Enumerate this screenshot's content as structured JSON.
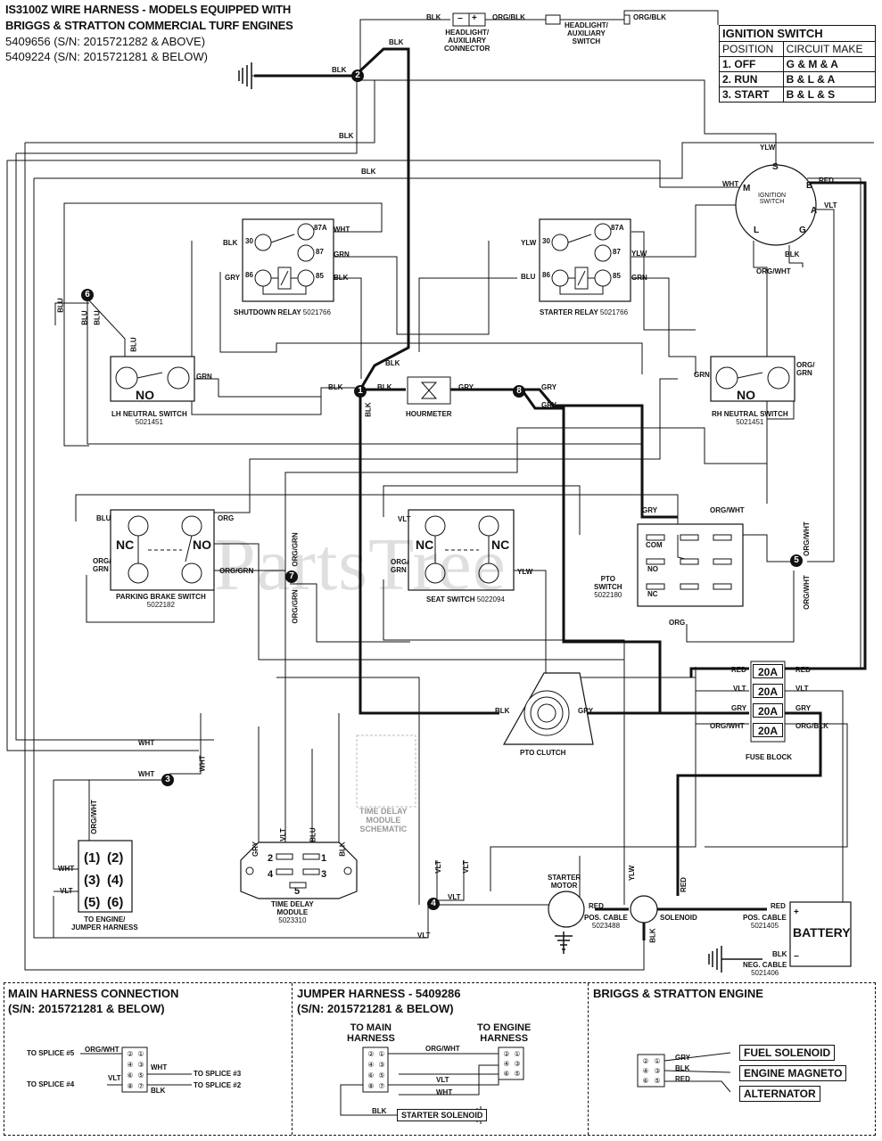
{
  "title": {
    "line1": "IS3100Z WIRE HARNESS - MODELS EQUIPPED WITH",
    "line2": "BRIGGS & STRATTON COMMERCIAL TURF ENGINES",
    "line3": "5409656 (S/N: 2015721282 & ABOVE)",
    "line4": "5409224 (S/N: 2015721281 & BELOW)"
  },
  "ignition_table": {
    "title": "IGNITION SWITCH",
    "col1": "POSITION",
    "col2": "CIRCUIT MAKE",
    "rows": [
      {
        "num": "1.",
        "pos": "OFF",
        "make": "G & M & A"
      },
      {
        "num": "2.",
        "pos": "RUN",
        "make": "B & L & A"
      },
      {
        "num": "3.",
        "pos": "START",
        "make": "B & L & S"
      }
    ]
  },
  "components": {
    "headlight_connector": "HEADLIGHT/\nAUXILIARY\nCONNECTOR",
    "headlight_switch": "HEADLIGHT/\nAUXILIARY\nSWITCH",
    "ignition_switch": "IGNITION\nSWITCH",
    "shutdown_relay": {
      "name": "SHUTDOWN RELAY",
      "part": "5021766"
    },
    "starter_relay": {
      "name": "STARTER RELAY",
      "part": "5021766"
    },
    "lh_neutral": {
      "name": "LH NEUTRAL SWITCH",
      "part": "5021451",
      "state": "NO"
    },
    "rh_neutral": {
      "name": "RH NEUTRAL SWITCH",
      "part": "5021451",
      "state": "NO"
    },
    "hourmeter": "HOURMETER",
    "parking_brake": {
      "name": "PARKING BRAKE SWITCH",
      "part": "5022182",
      "nc": "NC",
      "no": "NO"
    },
    "seat_switch": {
      "name": "SEAT SWITCH",
      "part": "5022094",
      "nc": "NC"
    },
    "pto_switch": {
      "name": "PTO\nSWITCH",
      "part": "5022180",
      "com": "COM",
      "no": "NO",
      "nc": "NC"
    },
    "pto_clutch": "PTO CLUTCH",
    "fuse_block": {
      "name": "FUSE BLOCK",
      "fuses": [
        "20A",
        "20A",
        "20A",
        "20A"
      ]
    },
    "time_delay": {
      "name": "TIME DELAY\nMODULE",
      "part": "5023310"
    },
    "time_delay_schematic": "TIME DELAY\nMODULE\nSCHEMATIC",
    "engine_connector": "TO ENGINE/\nJUMPER HARNESS",
    "starter_motor": "STARTER\nMOTOR",
    "solenoid": "SOLENOID",
    "battery": "BATTERY",
    "pos_cable_1": {
      "name": "POS. CABLE",
      "part": "5023488"
    },
    "pos_cable_2": {
      "name": "POS. CABLE",
      "part": "5021405"
    },
    "neg_cable": {
      "name": "NEG. CABLE",
      "part": "5021406"
    }
  },
  "relay_terminals": [
    "30",
    "87A",
    "87",
    "86",
    "85"
  ],
  "connector_pins": [
    "1",
    "2",
    "3",
    "4",
    "5",
    "6"
  ],
  "td_pins": [
    "1",
    "2",
    "3",
    "4",
    "5"
  ],
  "splices": [
    "1",
    "2",
    "3",
    "4",
    "5",
    "6",
    "7",
    "8"
  ],
  "wire_colors": {
    "blk": "BLK",
    "blu": "BLU",
    "grn": "GRN",
    "gry": "GRY",
    "red": "RED",
    "vlt": "VLT",
    "wht": "WHT",
    "ylw": "YLW",
    "org": "ORG",
    "org_blk": "ORG/BLK",
    "org_wht": "ORG/WHT",
    "org_grn": "ORG/GRN",
    "org_grn_split": "ORG/\nGRN"
  },
  "ignition_terminals": [
    "S",
    "M",
    "B",
    "A",
    "L",
    "G"
  ],
  "watermark": "PartsTree",
  "bottom": {
    "main_harness": {
      "title1": "MAIN HARNESS CONNECTION",
      "title2": "(S/N: 2015721281 & BELOW)",
      "splice5": "TO SPLICE #5",
      "splice4": "TO SPLICE #4",
      "splice3": "TO SPLICE #3",
      "splice2": "TO SPLICE #2"
    },
    "jumper": {
      "title1": "JUMPER HARNESS - 5409286",
      "title2": "(S/N: 2015721281 & BELOW)",
      "to_main": "TO MAIN\nHARNESS",
      "to_engine": "TO ENGINE\nHARNESS",
      "starter_solenoid": "STARTER SOLENOID"
    },
    "engine": {
      "title": "BRIGGS & STRATTON ENGINE",
      "fuel": "FUEL SOLENOID",
      "magneto": "ENGINE MAGNETO",
      "alternator": "ALTERNATOR"
    }
  }
}
